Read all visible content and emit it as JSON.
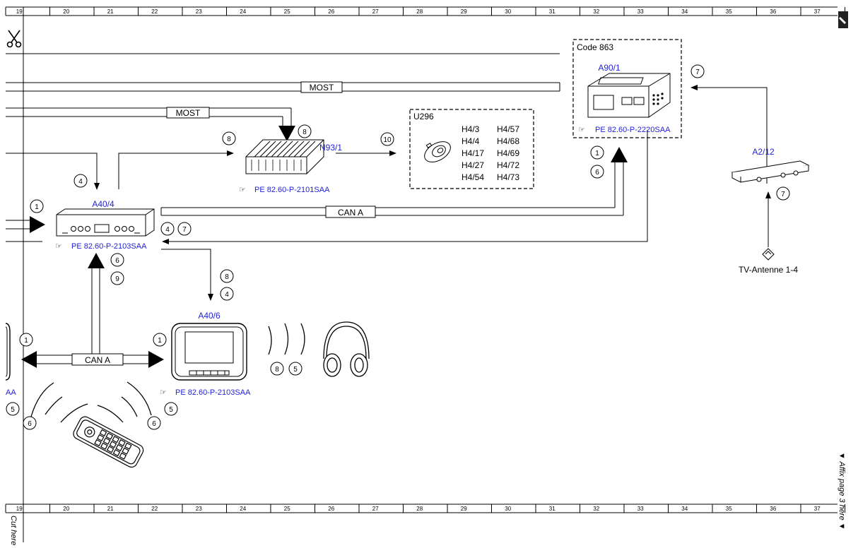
{
  "ruler": {
    "numbers": [
      "19",
      "20",
      "21",
      "22",
      "23",
      "24",
      "25",
      "26",
      "27",
      "28",
      "29",
      "30",
      "31",
      "32",
      "33",
      "34",
      "35",
      "36",
      "37"
    ]
  },
  "footer": {
    "cut_here": "Cut here",
    "affix": "▼ Affix page 3 here ▼"
  },
  "code_box": {
    "label": "Code 863"
  },
  "components": {
    "a90_1": {
      "label": "A90/1",
      "ref": "PE 82.60-P-2220SAA"
    },
    "a2_12": {
      "label": "A2/12"
    },
    "n93_1": {
      "label": "N93/1",
      "ref": "PE 82.60-P-2101SAA"
    },
    "a40_4": {
      "label": "A40/4",
      "ref": "PE 82.60-P-2103SAA"
    },
    "a40_6": {
      "label": "A40/6",
      "ref": "PE 82.60-P-2103SAA"
    },
    "u296": {
      "label": "U296",
      "col1": [
        "H4/3",
        "H4/4",
        "H4/17",
        "H4/27",
        "H4/54"
      ],
      "col2": [
        "H4/57",
        "H4/68",
        "H4/69",
        "H4/72",
        "H4/73"
      ]
    },
    "antenna": {
      "label": "TV-Antenne 1-4"
    },
    "left_partial_ref": "AA"
  },
  "bus_labels": {
    "most_top": "MOST",
    "most_second": "MOST",
    "can_a_mid": "CAN A",
    "can_a_bottom": "CAN A"
  },
  "circle_numbers": {
    "c_a90_7": "7",
    "c_a2_7": "7",
    "c_n93_8a": "8",
    "c_n93_8b": "8",
    "c_n93_10": "10",
    "c_a90_1": "1",
    "c_a90_6": "6",
    "c_a40_4top": "4",
    "c_a40_1": "1",
    "c_a40_4r": "4",
    "c_a40_7r": "7",
    "c_a40_6": "6",
    "c_a40_9": "9",
    "c_a406_8": "8",
    "c_a406_4": "4",
    "c_left_1": "1",
    "c_right_1": "1",
    "c_hp_8": "8",
    "c_hp_5": "5",
    "c_l_5": "5",
    "c_l_6": "6",
    "c_r_6": "6",
    "c_r_5": "5"
  },
  "colors": {
    "component_label": "#1f1fd6",
    "line": "#000000"
  }
}
